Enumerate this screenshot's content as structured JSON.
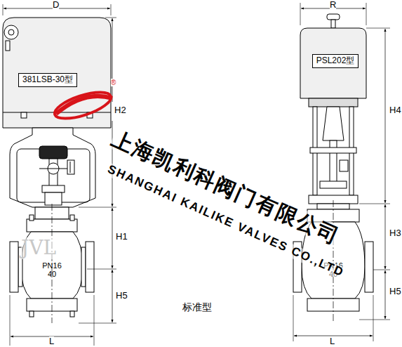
{
  "diagram": {
    "nodes": [
      {
        "text": [
          "381LSB-30型"
        ]
      },
      {
        "text": [
          "PSL202型"
        ]
      },
      {
        "text": [
          "PN16",
          "40"
        ]
      },
      {
        "text": [
          "PN16",
          "40"
        ]
      }
    ],
    "labels": [
      "D",
      "H2",
      "H1",
      "H5",
      "L",
      "R",
      "H4",
      "H3",
      "H5",
      "L",
      "标准型",
      "JVL",
      "®",
      "上海凯利科阀门有限公司",
      "SHANGHAI KAILIKE VALVES CO.,LTD"
    ]
  }
}
